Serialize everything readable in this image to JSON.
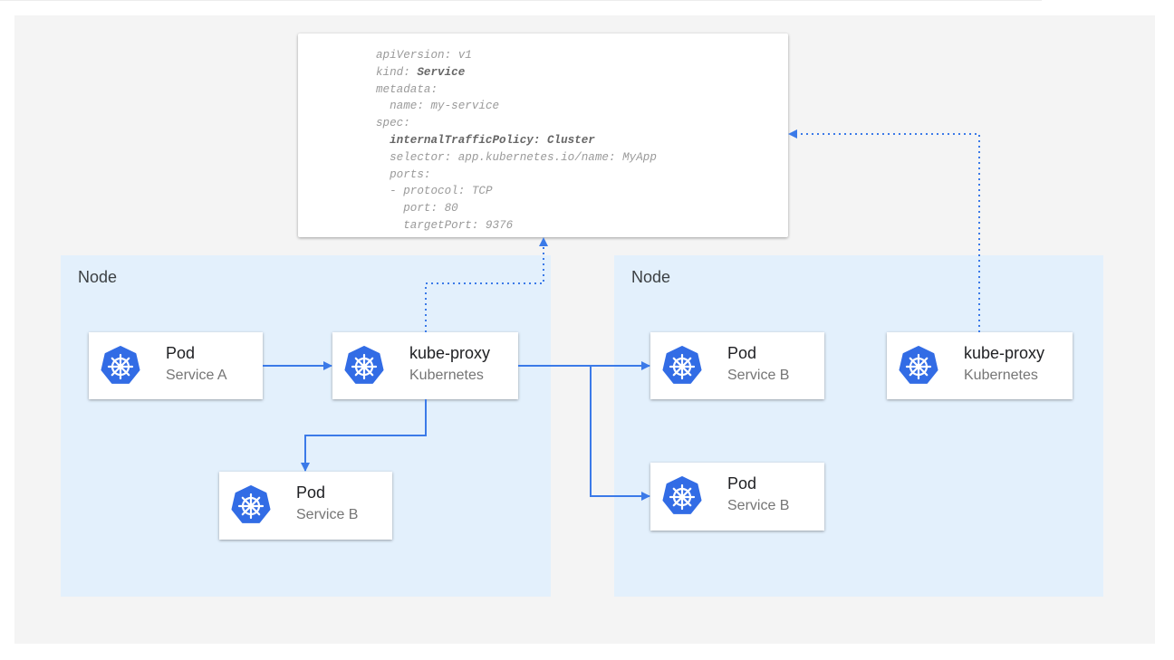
{
  "colors": {
    "arrow": "#3b7ae8",
    "node_bg": "#e3f0fc",
    "canvas_bg": "#f4f4f4",
    "k8s_blue": "#326ce5"
  },
  "yaml": {
    "lines": [
      {
        "indent": 0,
        "key": "apiVersion:",
        "value": " v1"
      },
      {
        "indent": 0,
        "key": "kind:",
        "value": " Service",
        "bold_value": true
      },
      {
        "indent": 0,
        "key": "metadata:",
        "value": ""
      },
      {
        "indent": 2,
        "key": "name:",
        "value": " my-service"
      },
      {
        "indent": 0,
        "key": "spec:",
        "value": ""
      },
      {
        "indent": 2,
        "key": "internalTrafficPolicy:",
        "value": " Cluster",
        "bold_all": true
      },
      {
        "indent": 2,
        "key": "selector:",
        "value": " app.kubernetes.io/name: MyApp"
      },
      {
        "indent": 2,
        "key": "ports:",
        "value": ""
      },
      {
        "indent": 2,
        "key": "- protocol:",
        "value": " TCP"
      },
      {
        "indent": 4,
        "key": "port:",
        "value": " 80"
      },
      {
        "indent": 4,
        "key": "targetPort:",
        "value": " 9376"
      }
    ]
  },
  "nodes": [
    {
      "label": "Node"
    },
    {
      "label": "Node"
    }
  ],
  "cards": {
    "pod_a": {
      "title": "Pod",
      "subtitle": "Service A",
      "icon": "kubernetes-helm-icon"
    },
    "proxy_1": {
      "title": "kube-proxy",
      "subtitle": "Kubernetes",
      "icon": "kubernetes-helm-icon"
    },
    "pod_b_left": {
      "title": "Pod",
      "subtitle": "Service B",
      "icon": "kubernetes-helm-icon"
    },
    "pod_b_right_1": {
      "title": "Pod",
      "subtitle": "Service B",
      "icon": "kubernetes-helm-icon"
    },
    "proxy_2": {
      "title": "kube-proxy",
      "subtitle": "Kubernetes",
      "icon": "kubernetes-helm-icon"
    },
    "pod_b_right_2": {
      "title": "Pod",
      "subtitle": "Service B",
      "icon": "kubernetes-helm-icon"
    }
  }
}
